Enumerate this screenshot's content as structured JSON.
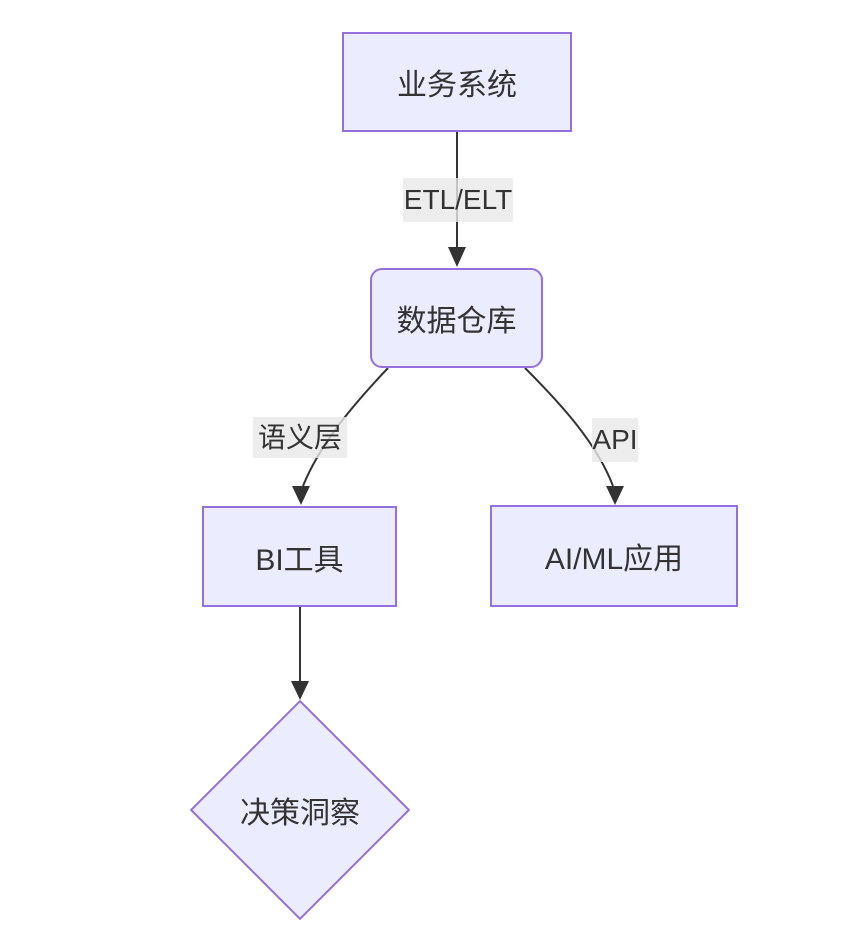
{
  "diagram": {
    "type": "flowchart",
    "direction": "top-down",
    "colors": {
      "canvas_bg": "#ffffff",
      "node_fill": "#ECECFF",
      "node_border": "#9370DB",
      "node_text": "#333333",
      "edge_stroke": "#333333",
      "edge_label_bg": "#e8e8e8",
      "edge_label_text": "#333333"
    },
    "nodes": [
      {
        "id": "business",
        "label": "业务系统",
        "shape": "rectangle"
      },
      {
        "id": "warehouse",
        "label": "数据仓库",
        "shape": "rounded-rectangle"
      },
      {
        "id": "bi",
        "label": "BI工具",
        "shape": "rectangle"
      },
      {
        "id": "aiml",
        "label": "AI/ML应用",
        "shape": "rectangle"
      },
      {
        "id": "insight",
        "label": "决策洞察",
        "shape": "diamond"
      }
    ],
    "edges": [
      {
        "from": "business",
        "to": "warehouse",
        "label": "ETL/ELT"
      },
      {
        "from": "warehouse",
        "to": "bi",
        "label": "语义层"
      },
      {
        "from": "warehouse",
        "to": "aiml",
        "label": "API"
      },
      {
        "from": "bi",
        "to": "insight",
        "label": ""
      }
    ]
  }
}
